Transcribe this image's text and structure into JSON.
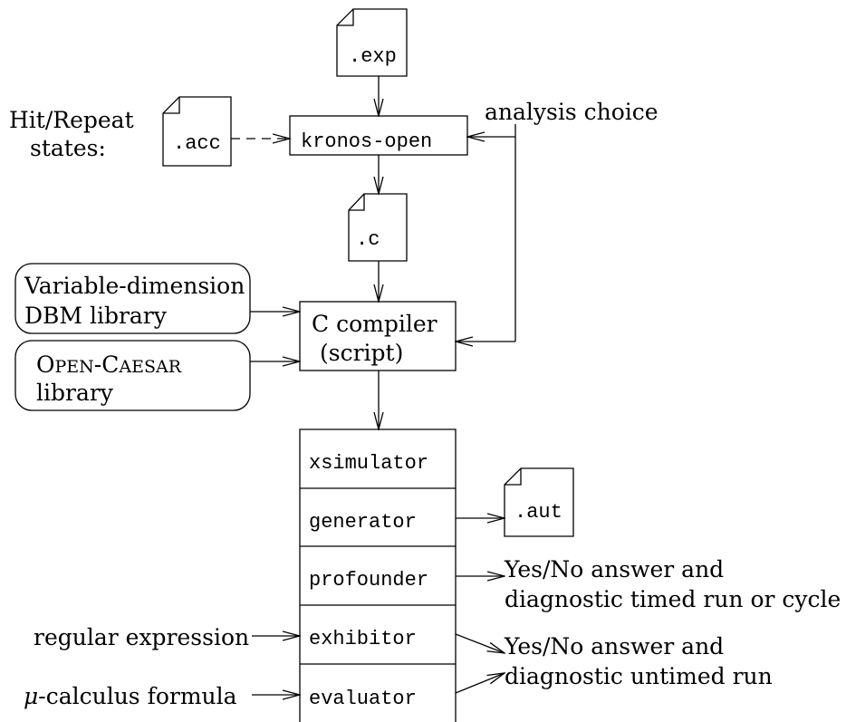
{
  "files": {
    "exp": ".exp",
    "acc": ".acc",
    "c": ".c",
    "aut": ".aut"
  },
  "hit_repeat": {
    "line1": "Hit/Repeat",
    "line2": "states:"
  },
  "analysis_choice": "analysis choice",
  "kronos": "kronos-open",
  "dbm_library": {
    "line1": "Variable-dimension",
    "line2": "DBM library"
  },
  "open_caesar": {
    "line1_a": "O",
    "line1_b": "PEN",
    "line1_c": "-C",
    "line1_d": "AESAR",
    "line2": "library"
  },
  "compiler": {
    "line1": "C compiler",
    "line2": "(script)"
  },
  "tools": [
    "xsimulator",
    "generator",
    "profounder",
    "exhibitor",
    "evaluator"
  ],
  "inputs": {
    "regular_expression": "regular expression",
    "mu_symbol": "μ",
    "mu_formula": "-calculus formula"
  },
  "outputs": {
    "timed_line1": "Yes/No answer and",
    "timed_line2": "diagnostic timed run or cycle",
    "untimed_line1": "Yes/No answer and",
    "untimed_line2": "diagnostic untimed run"
  }
}
